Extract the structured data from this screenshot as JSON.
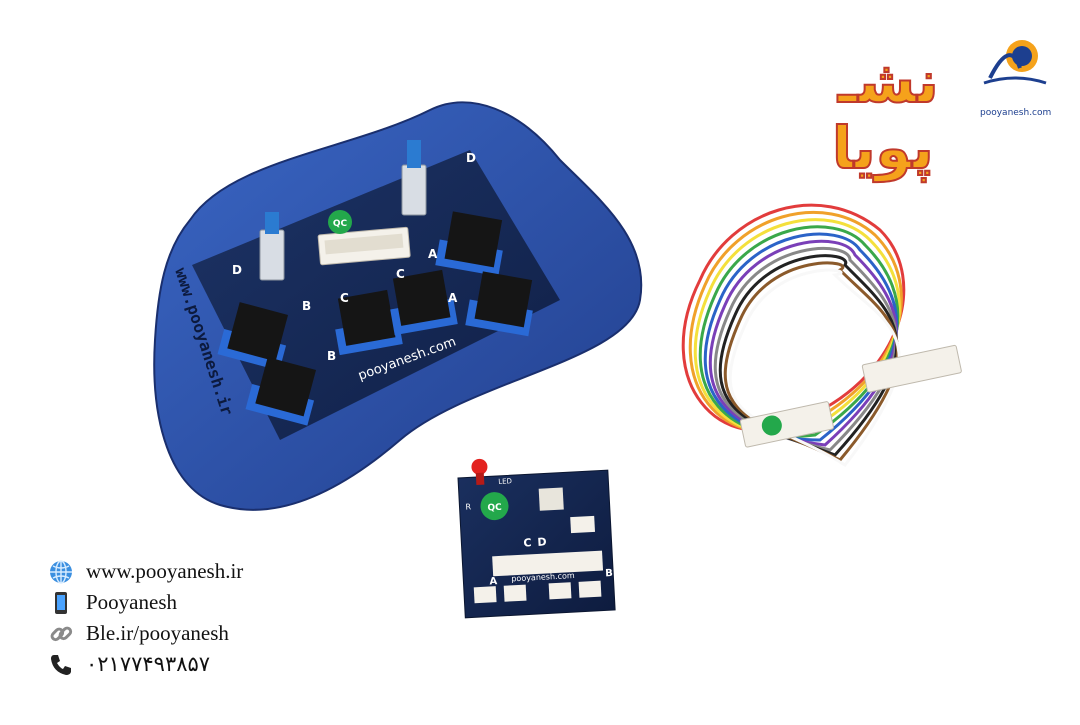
{
  "logo": {
    "line1": "نشـ",
    "line2": "پویا",
    "url": "pooyanesh.com"
  },
  "controller_board": {
    "url_vertical": "www.pooyanesh.ir",
    "brand_url": "pooyanesh.com",
    "qc_label": "QC",
    "labels": [
      "D",
      "D",
      "A",
      "A",
      "B",
      "B",
      "C",
      "C"
    ]
  },
  "led_board": {
    "url": "pooyanesh.com",
    "qc_label": "QC",
    "labels": [
      "C",
      "D",
      "A",
      "B",
      "LED",
      "R"
    ]
  },
  "contact": {
    "website": "www.pooyanesh.ir",
    "phone_brand": "Pooyanesh",
    "ble": "Ble.ir/pooyanesh",
    "phone": "۰۲۱۷۷۴۹۳۸۵۷"
  },
  "icons": {
    "website": "globe-icon",
    "phone_brand": "mobile-phone-icon",
    "ble": "link-icon",
    "phone": "telephone-icon"
  },
  "colors": {
    "board_blue": "#2e5cb8",
    "pcb_navy": "#14254f",
    "logo_orange": "#f5a21b",
    "logo_red": "#c0392b"
  }
}
